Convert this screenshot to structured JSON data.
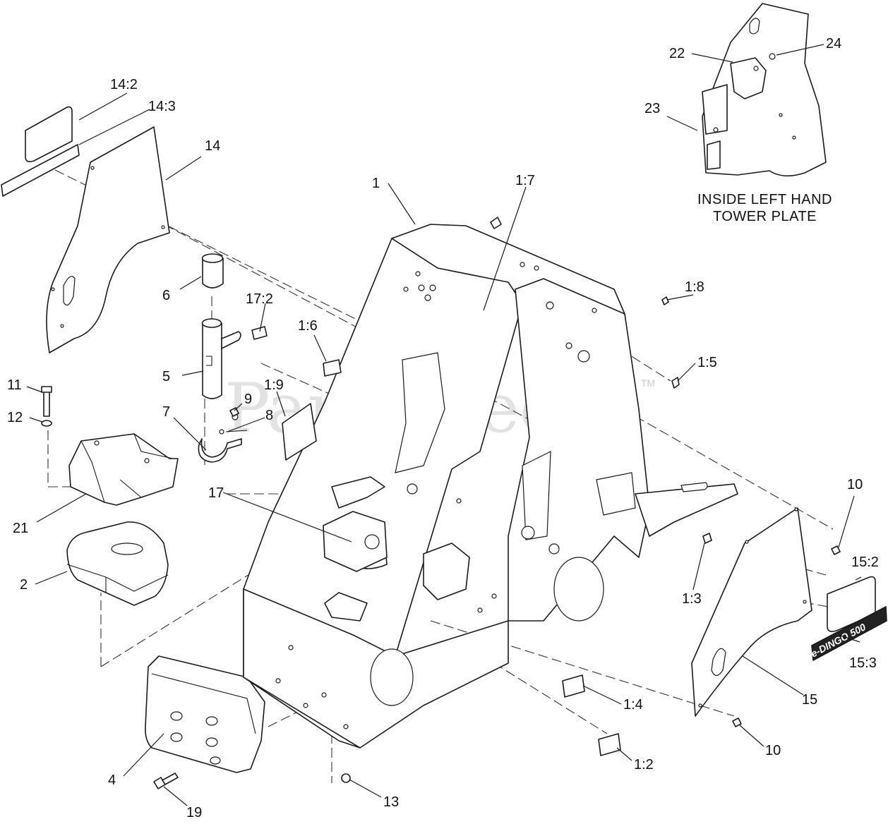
{
  "watermark": {
    "text": "PartsTree",
    "trademark": "TM"
  },
  "inset": {
    "caption_line1": "INSIDE LEFT HAND",
    "caption_line2": "TOWER PLATE"
  },
  "decal": {
    "brand_text": "e-DINGO 500"
  },
  "callouts": {
    "c1": "1",
    "c1_2": "1:2",
    "c1_3": "1:3",
    "c1_4": "1:4",
    "c1_5": "1:5",
    "c1_6": "1:6",
    "c1_7": "1:7",
    "c1_8": "1:8",
    "c1_9": "1:9",
    "c2": "2",
    "c4": "4",
    "c5": "5",
    "c6": "6",
    "c7": "7",
    "c8": "8",
    "c9": "9",
    "c10a": "10",
    "c10b": "10",
    "c11": "11",
    "c12": "12",
    "c13": "13",
    "c14": "14",
    "c14_2": "14:2",
    "c14_3": "14:3",
    "c15": "15",
    "c15_2": "15:2",
    "c15_3": "15:3",
    "c17": "17",
    "c17_2": "17:2",
    "c19": "19",
    "c21": "21",
    "c22": "22",
    "c23": "23",
    "c24": "24"
  }
}
